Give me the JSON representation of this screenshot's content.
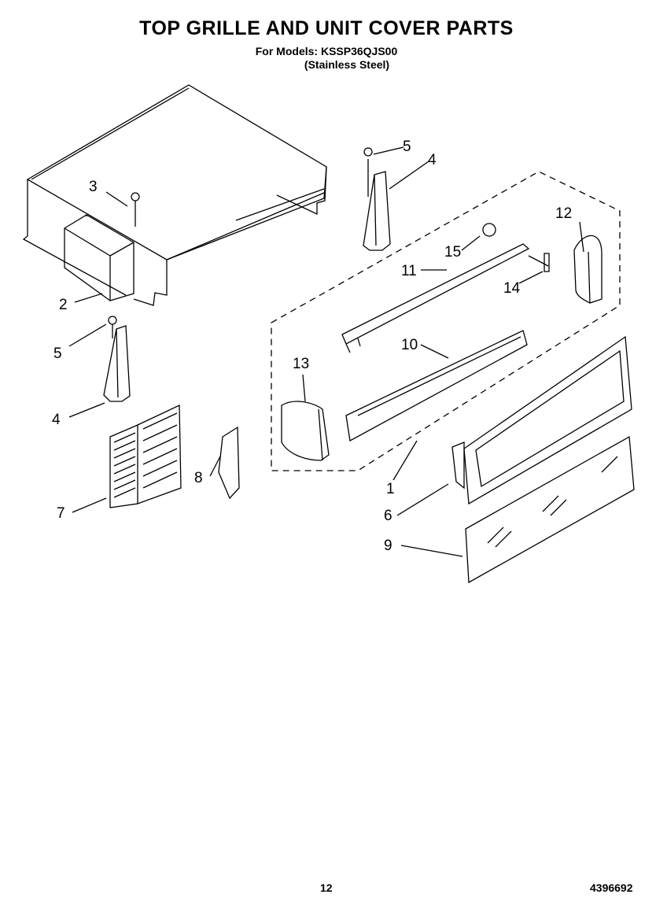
{
  "header": {
    "title": "TOP GRILLE AND UNIT COVER PARTS",
    "models_line": "For Models: KSSP36QJS00",
    "finish_line": "(Stainless Steel)"
  },
  "callouts": [
    "1",
    "2",
    "3",
    "4",
    "4",
    "5",
    "5",
    "6",
    "7",
    "8",
    "9",
    "10",
    "11",
    "12",
    "13",
    "14",
    "15"
  ],
  "footer": {
    "page_number": "12",
    "document_number": "4396692"
  }
}
